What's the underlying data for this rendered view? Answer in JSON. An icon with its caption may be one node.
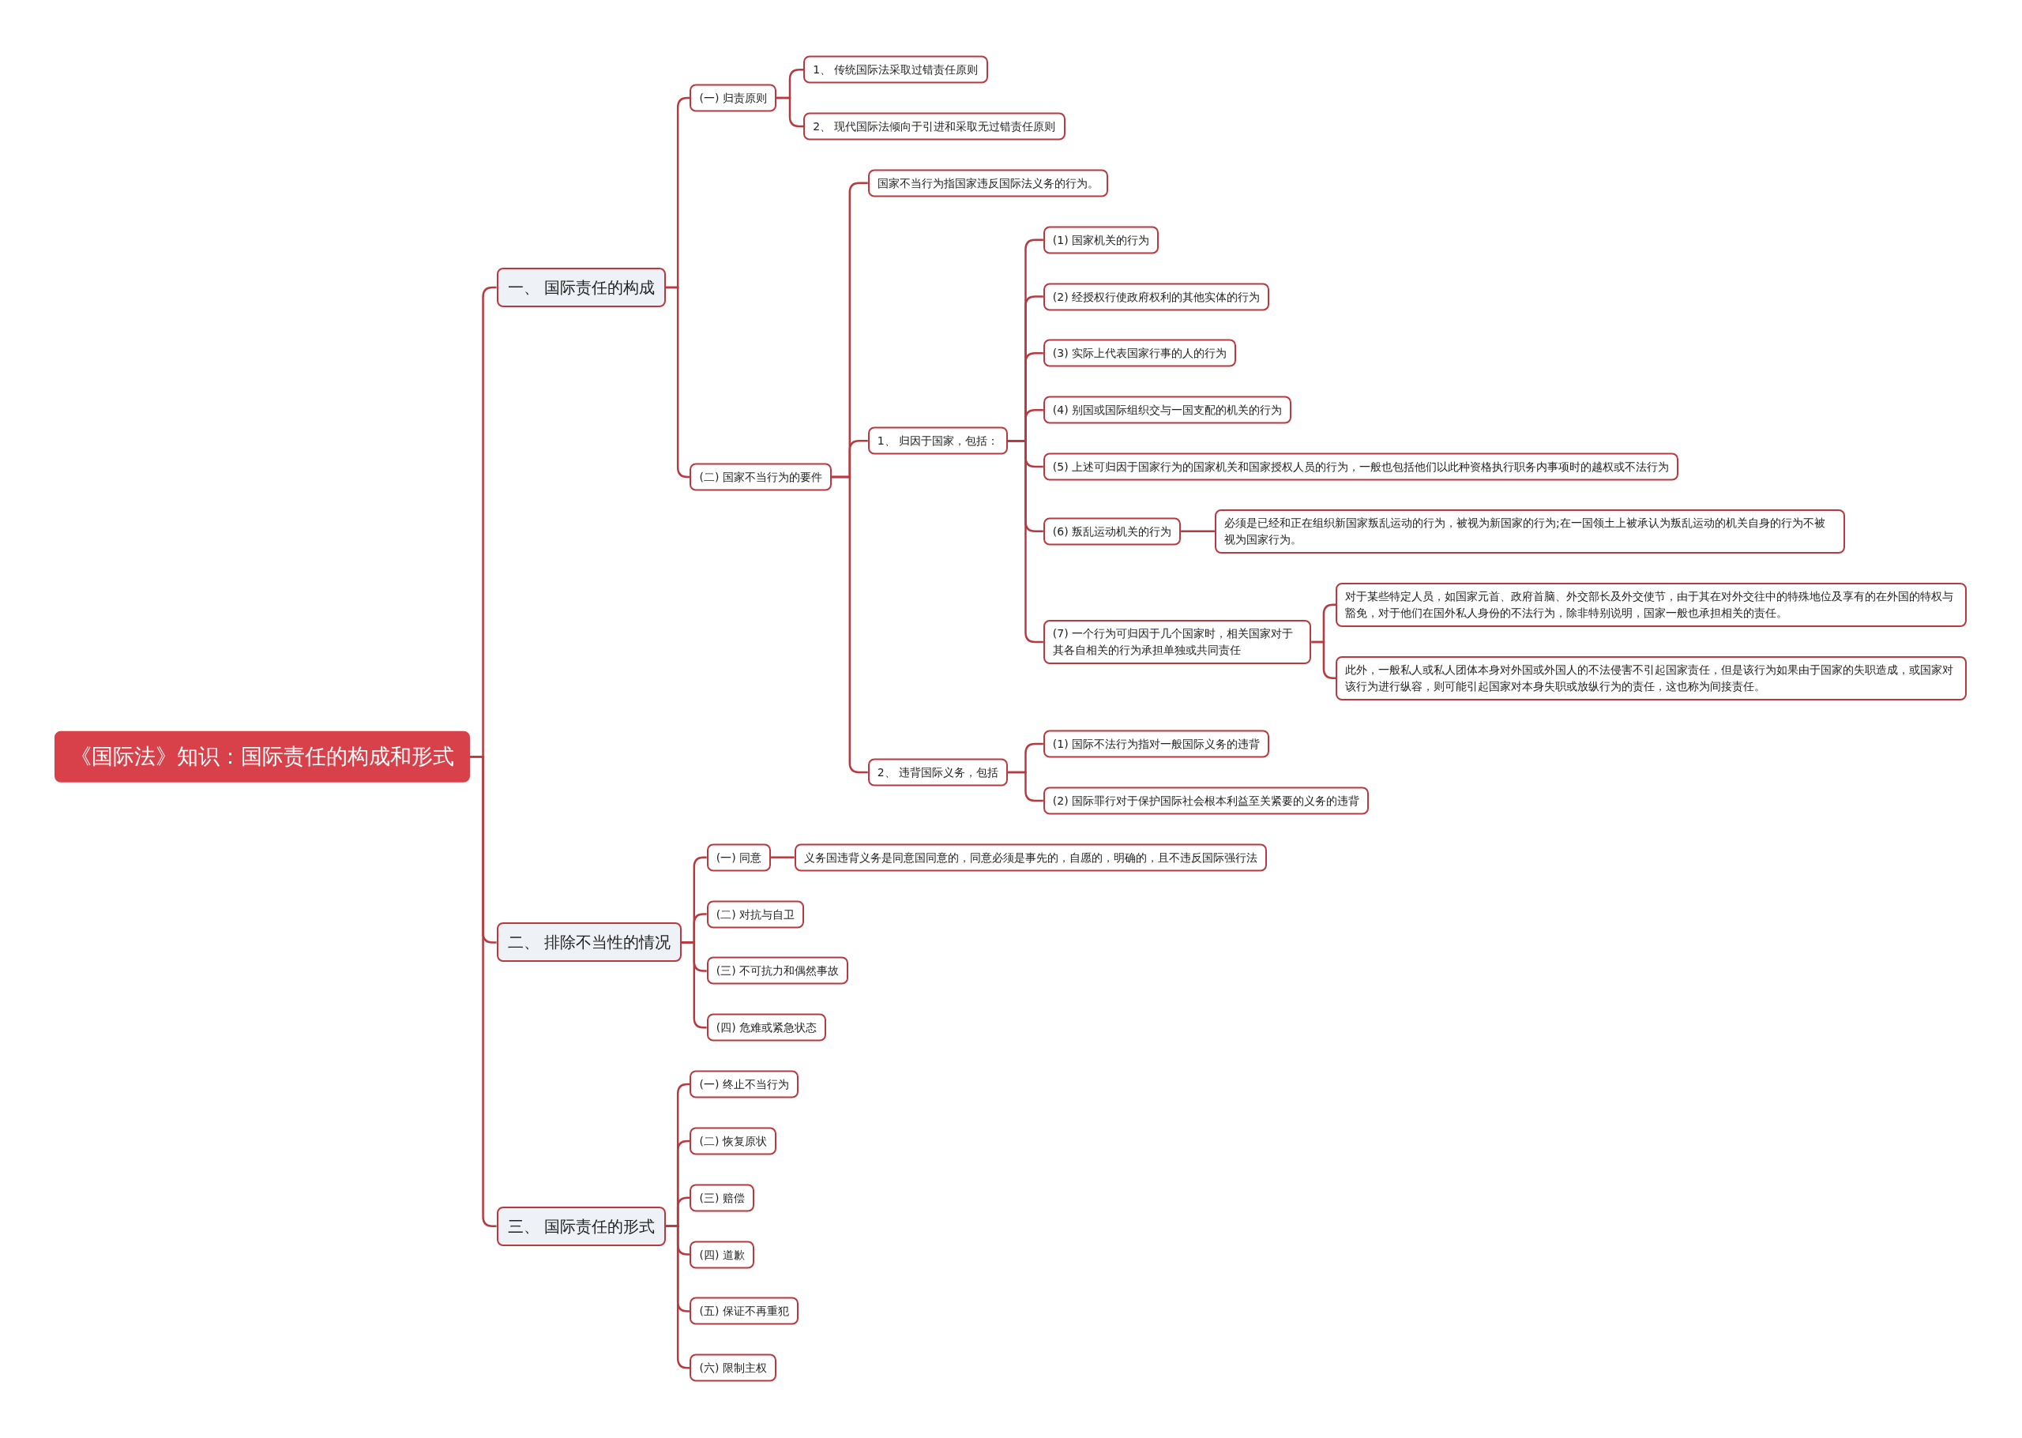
{
  "diagram": {
    "nodes": [
      {
        "text": [
          "《国际法》知识：国际责任的构成和形式"
        ]
      },
      {
        "text": [
          "一、 国际责任的构成"
        ]
      },
      {
        "text": [
          "(一) 归责原则"
        ]
      },
      {
        "text": [
          "1、 传统国际法采取过错责任原则"
        ]
      },
      {
        "text": [
          "2、 现代国际法倾向于引进和采取无过错责任原则"
        ]
      },
      {
        "text": [
          "(二) 国家不当行为的要件"
        ]
      },
      {
        "text": [
          "国家不当行为指国家违反国际法义务的行为。"
        ]
      },
      {
        "text": [
          "1、 归因于国家，包括："
        ]
      },
      {
        "text": [
          "(1) 国家机关的行为"
        ]
      },
      {
        "text": [
          "(2) 经授权行使政府权利的其他实体的行为"
        ]
      },
      {
        "text": [
          "(3) 实际上代表国家行事的人的行为"
        ]
      },
      {
        "text": [
          "(4) 别国或国际组织交与一国支配的机关的行为"
        ]
      },
      {
        "text": [
          "(5) 上述可归因于国家行为的国家机关和国家授权人员的行为，一般也包括他们以此种资格执行职务内事项时的越权或不法行为"
        ]
      },
      {
        "text": [
          "(6) 叛乱运动机关的行为"
        ]
      },
      {
        "text": [
          "必须是已经和正在组织新国家叛乱运动的行为，被视为新国家的行为;在一国领土上被承认为叛乱运动的机关自身的行为不被视为国家行为。"
        ]
      },
      {
        "text": [
          "(7) 一个行为可归因于几个国家时，相关国家对于其各自相关的行为承担单独或共同责任"
        ]
      },
      {
        "text": [
          "对于某些特定人员，如国家元首、政府首脑、外交部长及外交使节，由于其在对外交往中的特殊地位及享有的在外国的特权与豁免，对于他们在国外私人身份的不法行为，除非特别说明，国家一般也承担相关的责任。"
        ]
      },
      {
        "text": [
          "此外，一般私人或私人团体本身对外国或外国人的不法侵害不引起国家责任，但是该行为如果由于国家的失职造成，或国家对该行为进行纵容，则可能引起国家对本身失职或放纵行为的责任，这也称为间接责任。"
        ]
      },
      {
        "text": [
          "2、 违背国际义务，包括"
        ]
      },
      {
        "text": [
          "(1) 国际不法行为指对一般国际义务的违背"
        ]
      },
      {
        "text": [
          "(2) 国际罪行对于保护国际社会根本利益至关紧要的义务的违背"
        ]
      },
      {
        "text": [
          "二、 排除不当性的情况"
        ]
      },
      {
        "text": [
          "(一) 同意"
        ]
      },
      {
        "text": [
          "义务国违背义务是同意国同意的，同意必须是事先的，自愿的，明确的，且不违反国际强行法"
        ]
      },
      {
        "text": [
          "(二) 对抗与自卫"
        ]
      },
      {
        "text": [
          "(三) 不可抗力和偶然事故"
        ]
      },
      {
        "text": [
          "(四) 危难或紧急状态"
        ]
      },
      {
        "text": [
          "三、 国际责任的形式"
        ]
      },
      {
        "text": [
          "(一) 终止不当行为"
        ]
      },
      {
        "text": [
          "(二) 恢复原状"
        ]
      },
      {
        "text": [
          "(三) 赔偿"
        ]
      },
      {
        "text": [
          "(四) 道歉"
        ]
      },
      {
        "text": [
          "(五) 保证不再重犯"
        ]
      },
      {
        "text": [
          "(六) 限制主权"
        ]
      }
    ],
    "edges": [
      {
        "from": 0,
        "to": 1,
        "arrow": "none"
      },
      {
        "from": 1,
        "to": 2,
        "arrow": "none"
      },
      {
        "from": 2,
        "to": 3,
        "arrow": "none"
      },
      {
        "from": 2,
        "to": 4,
        "arrow": "none"
      },
      {
        "from": 1,
        "to": 5,
        "arrow": "none"
      },
      {
        "from": 5,
        "to": 6,
        "arrow": "none"
      },
      {
        "from": 5,
        "to": 7,
        "arrow": "none"
      },
      {
        "from": 7,
        "to": 8,
        "arrow": "none"
      },
      {
        "from": 7,
        "to": 9,
        "arrow": "none"
      },
      {
        "from": 7,
        "to": 10,
        "arrow": "none"
      },
      {
        "from": 7,
        "to": 11,
        "arrow": "none"
      },
      {
        "from": 7,
        "to": 12,
        "arrow": "none"
      },
      {
        "from": 7,
        "to": 13,
        "arrow": "none"
      },
      {
        "from": 13,
        "to": 14,
        "arrow": "none"
      },
      {
        "from": 7,
        "to": 15,
        "arrow": "none"
      },
      {
        "from": 15,
        "to": 16,
        "arrow": "none"
      },
      {
        "from": 15,
        "to": 17,
        "arrow": "none"
      },
      {
        "from": 5,
        "to": 18,
        "arrow": "none"
      },
      {
        "from": 18,
        "to": 19,
        "arrow": "none"
      },
      {
        "from": 18,
        "to": 20,
        "arrow": "none"
      },
      {
        "from": 0,
        "to": 21,
        "arrow": "none"
      },
      {
        "from": 21,
        "to": 22,
        "arrow": "none"
      },
      {
        "from": 22,
        "to": 23,
        "arrow": "none"
      },
      {
        "from": 21,
        "to": 24,
        "arrow": "none"
      },
      {
        "from": 21,
        "to": 25,
        "arrow": "none"
      },
      {
        "from": 21,
        "to": 26,
        "arrow": "none"
      },
      {
        "from": 0,
        "to": 27,
        "arrow": "none"
      },
      {
        "from": 27,
        "to": 28,
        "arrow": "none"
      },
      {
        "from": 27,
        "to": 29,
        "arrow": "none"
      },
      {
        "from": 27,
        "to": 30,
        "arrow": "none"
      },
      {
        "from": 27,
        "to": 31,
        "arrow": "none"
      },
      {
        "from": 27,
        "to": 32,
        "arrow": "none"
      },
      {
        "from": 27,
        "to": 33,
        "arrow": "none"
      }
    ]
  }
}
